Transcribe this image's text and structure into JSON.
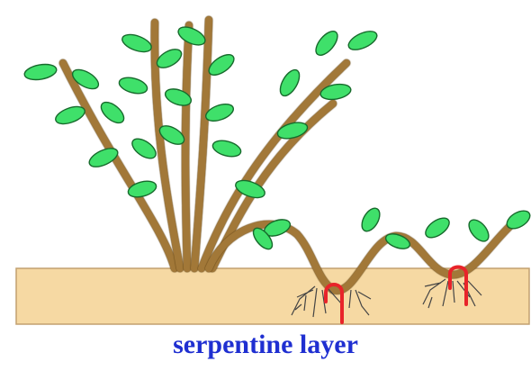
{
  "caption": {
    "text": "serpentine layer"
  },
  "colors": {
    "soil": "#f6d9a3",
    "soil_outline": "#c2a070",
    "stem": "#a27838",
    "stem_outline": "#6e4e1c",
    "leaf": "#3fe06a",
    "leaf_outline": "#176a2c",
    "pin": "#e8242a",
    "root": "#444444",
    "caption": "#1f2fd1"
  },
  "icons": [
    "bent-stem",
    "leaf",
    "root-cluster",
    "wire-pin"
  ]
}
